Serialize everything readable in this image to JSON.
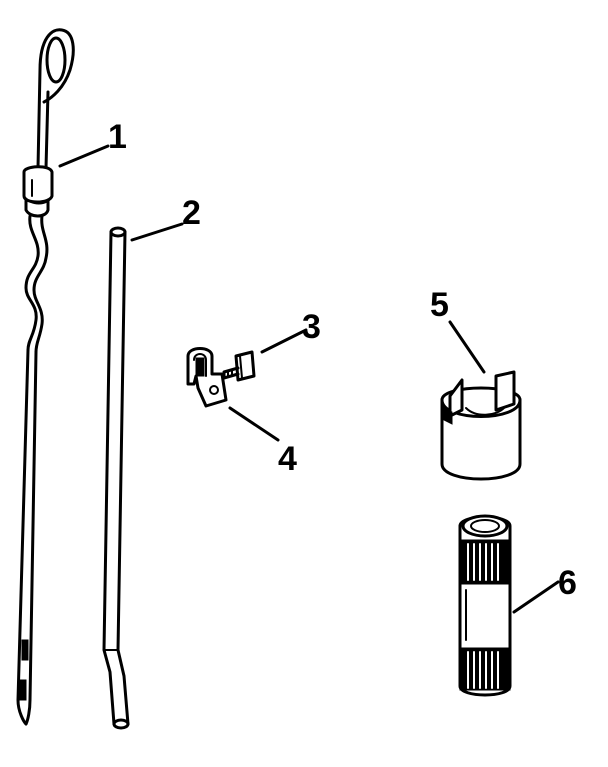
{
  "callouts": [
    {
      "number": "1",
      "part": "dipstick"
    },
    {
      "number": "2",
      "part": "dipstick-tube"
    },
    {
      "number": "3",
      "part": "screw"
    },
    {
      "number": "4",
      "part": "clip"
    },
    {
      "number": "5",
      "part": "cap"
    },
    {
      "number": "6",
      "part": "pipe-nipple"
    }
  ],
  "colors": {
    "ink": "#000000",
    "paper": "#ffffff"
  }
}
